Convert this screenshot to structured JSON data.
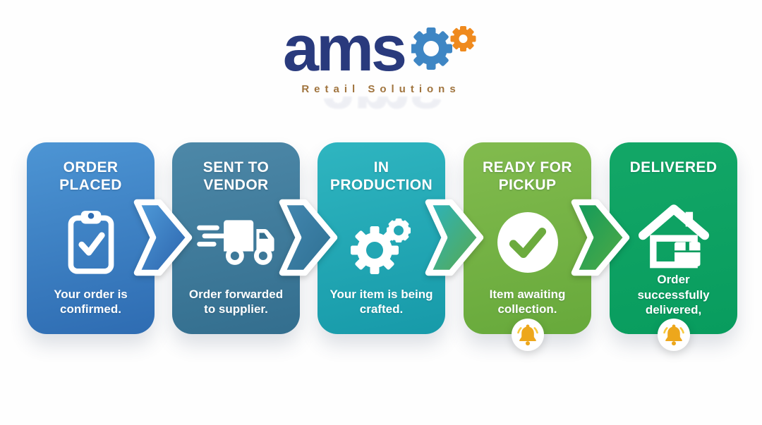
{
  "logo": {
    "brand": "ams",
    "tagline": "Retail Solutions",
    "brand_color": "#293a7d",
    "tagline_color": "#a0743e",
    "gear_large_color": "#3e86c4",
    "gear_small_color": "#ef8a1e"
  },
  "steps": [
    {
      "title": "ORDER PLACED",
      "description": "Your order is confirmed.",
      "icon": "clipboard-check-icon",
      "color_top": "#4d95d4",
      "color_bottom": "#2e6cb2",
      "notification_bell": false
    },
    {
      "title": "SENT TO VENDOR",
      "description": "Order forwarded to supplier.",
      "icon": "delivery-truck-icon",
      "color_top": "#4d88a8",
      "color_bottom": "#336e8e",
      "notification_bell": false
    },
    {
      "title": "IN PRODUCTION",
      "description": "Your item is being crafted.",
      "icon": "gears-icon",
      "color_top": "#2fb5c0",
      "color_bottom": "#179aa9",
      "notification_bell": false
    },
    {
      "title": "READY FOR PICKUP",
      "description": "Item awaiting collection.",
      "icon": "check-circle-icon",
      "color_top": "#82bb4e",
      "color_bottom": "#67a93b",
      "icon_accent": "#6cab3e",
      "notification_bell": true
    },
    {
      "title": "DELIVERED",
      "description": "Order successfully delivered,",
      "icon": "house-package-icon",
      "color_top": "#13a767",
      "color_bottom": "#089c5e",
      "notification_bell": true
    }
  ],
  "arrows": [
    {
      "color_start": "#4f9bd9",
      "color_end": "#2b62ab"
    },
    {
      "color_start": "#4387b0",
      "color_end": "#2e6f91"
    },
    {
      "color_start": "#2bb3be",
      "color_end": "#5aa94a"
    },
    {
      "color_start": "#0f9a5c",
      "color_end": "#55ab43"
    }
  ],
  "bell_badge": {
    "bell_color": "#eda71c",
    "bell_color_light": "#f8c93f"
  }
}
